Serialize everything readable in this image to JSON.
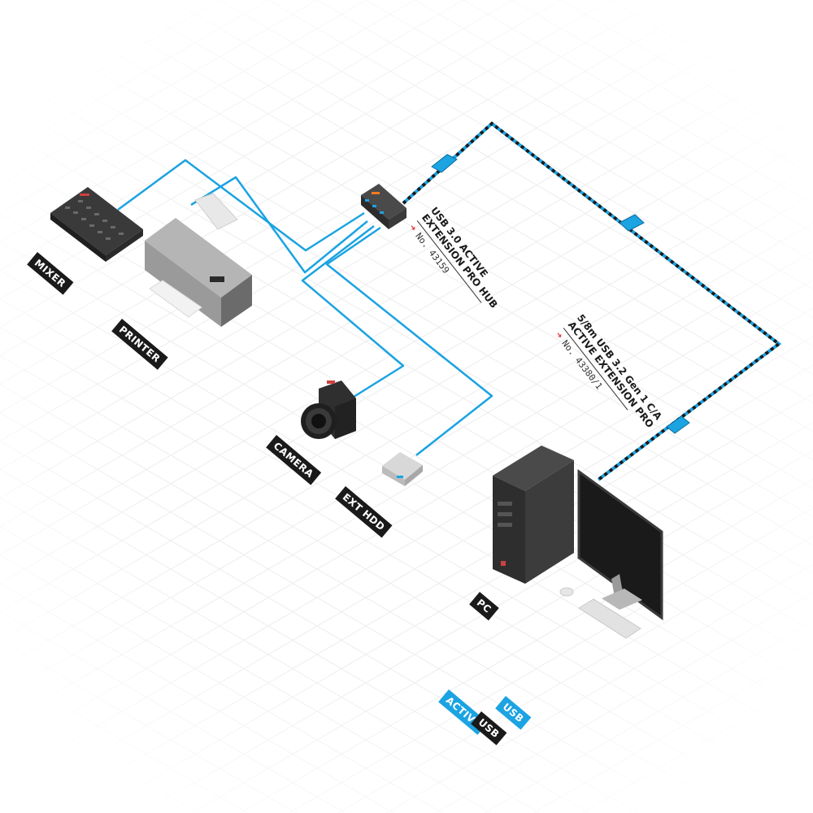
{
  "labels": {
    "mixer": "MIXER",
    "printer": "PRINTER",
    "camera": "CAMERA",
    "ext_hdd": "EXT HDD",
    "pc": "PC"
  },
  "hub_spec": {
    "line1": "USB 3.0 ACTIVE",
    "line2": "EXTENSION PRO HUB",
    "number": "No. 43159"
  },
  "cable_spec": {
    "line1": "5/8m USB 3.2 Gen 1 C/A",
    "line2": "ACTIVE EXTENSION PRO",
    "number": "No. 43380/1"
  },
  "legend": {
    "active": "ACTIVE",
    "usb_a": "USB",
    "usb_b": "USB"
  },
  "colors": {
    "cable_blue": "#1ba3e2",
    "label_dark": "#1a1a1a",
    "accent_red": "#e03030",
    "device_dark": "#3a3a3a"
  }
}
